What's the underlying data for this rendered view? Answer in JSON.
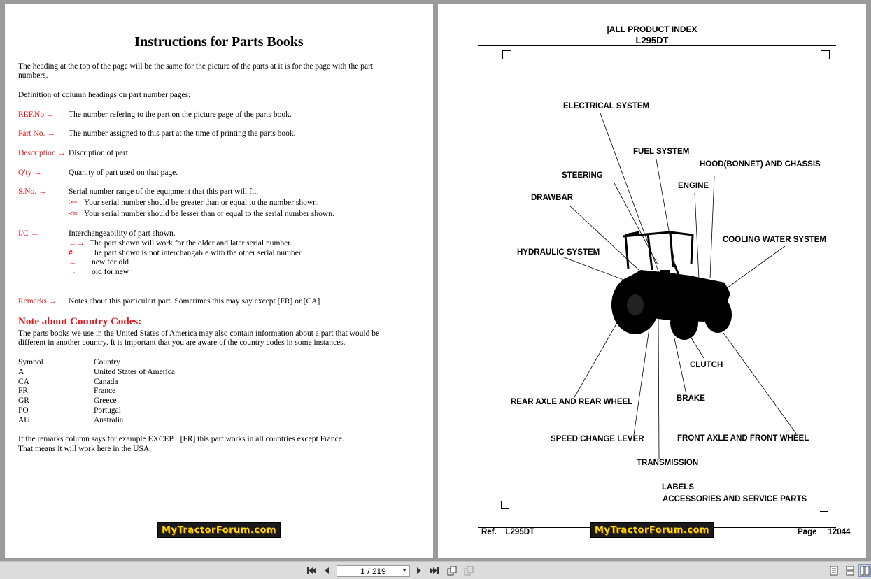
{
  "left_page": {
    "title": "Instructions for Parts Books",
    "intro": "The heading at the top of the page will be the same for the picture of the parts at it is for the page with the part numbers.",
    "definition": "Definition of column headings on part number pages:",
    "columns": [
      {
        "key": "REF.No",
        "desc": "The number refering to the part on the picture page of the parts book."
      },
      {
        "key": "Part No.",
        "desc": "The number assigned to this part at the time of printing the parts book."
      },
      {
        "key": "Description",
        "desc": "Discription of part."
      },
      {
        "key": "Q'ty",
        "desc": "Quanity of part used on that page."
      },
      {
        "key": "S.No.",
        "desc": "Serial number range of the equipment that this part will fit."
      },
      {
        "key": "I/C",
        "desc": "Interchangeability of part shown."
      },
      {
        "key": "Remarks",
        "desc": "Notes about this particulart part. Sometimes this may say except [FR] or [CA]"
      }
    ],
    "arrow_glyph": "→",
    "serial_notes": [
      {
        "sym": ">=",
        "text": "Your serial number should be greater than or equal to the number shown."
      },
      {
        "sym": "<=",
        "text": "Your serial number should be lesser than or equal to the serial number shown."
      }
    ],
    "ic_notes": [
      {
        "sym": "←→",
        "text": "The part shown will work for the older and later serial number."
      },
      {
        "sym": "#",
        "text": "The part shown is not interchangable with the other serial number."
      },
      {
        "sym": "←",
        "text": "new for old"
      },
      {
        "sym": "→",
        "text": "old for new"
      }
    ],
    "note_heading": "Note about Country Codes:",
    "note_text": "The parts books we use in the United States of America may also contain information about a part that would be different in another country. It is important that you are aware of the country codes in some instances.",
    "country_table": {
      "headers": [
        "Symbol",
        "Country"
      ],
      "rows": [
        [
          "A",
          "United States of America"
        ],
        [
          "CA",
          "Canada"
        ],
        [
          "FR",
          "France"
        ],
        [
          "GR",
          "Greece"
        ],
        [
          "PO",
          "Portugal"
        ],
        [
          "AU",
          "Australia"
        ]
      ]
    },
    "closing_1": "If the remarks column says for example EXCEPT [FR] this part works in all countries except France.",
    "closing_2": "That means it will work here in the USA.",
    "logo_text": "MyTractorForum.com"
  },
  "right_page": {
    "heading": "|ALL PRODUCT INDEX",
    "model": "L295DT",
    "labels": {
      "electrical": "ELECTRICAL SYSTEM",
      "fuel": "FUEL SYSTEM",
      "hood": "HOOD(BONNET) AND CHASSIS",
      "steering": "STEERING",
      "engine": "ENGINE",
      "drawbar": "DRAWBAR",
      "cooling": "COOLING WATER SYSTEM",
      "hydraulic": "HYDRAULIC SYSTEM",
      "clutch": "CLUTCH",
      "rear_axle": "REAR AXLE AND REAR WHEEL",
      "brake": "BRAKE",
      "speed_change": "SPEED CHANGE LEVER",
      "front_axle": "FRONT AXLE AND FRONT WHEEL",
      "transmission": "TRANSMISSION",
      "labels": "LABELS",
      "accessories": "ACCESSORIES AND SERVICE PARTS"
    },
    "footer": {
      "ref_label": "Ref.",
      "ref_value": "L295DT",
      "page_label": "Page",
      "page_value": "12044"
    },
    "logo_text": "MyTractorForum.com"
  },
  "toolbar": {
    "page_indicator": "1 / 219",
    "icons": [
      "first-page-icon",
      "previous-page-icon",
      "next-page-icon",
      "last-page-icon",
      "single-page-view-icon",
      "continuous-view-icon",
      "two-page-view-icon"
    ]
  }
}
